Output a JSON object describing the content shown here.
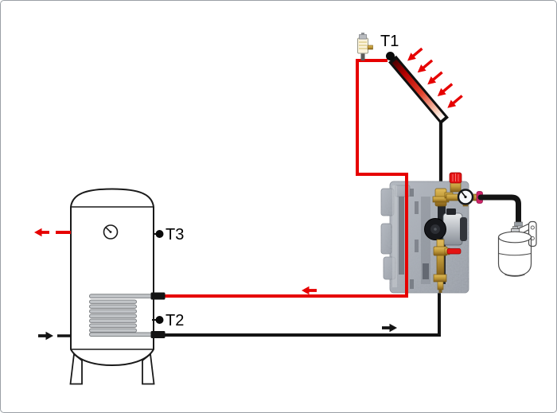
{
  "labels": {
    "t1": "T1",
    "t2": "T2",
    "t3": "T3"
  },
  "colors": {
    "background": "#ffffff",
    "border": "#9aa0a6",
    "hot_pipe": "#e60000",
    "cold_pipe": "#141414",
    "sun_arrow": "#e60000",
    "coil": "#c2c5c8",
    "coil_edge": "#7e8184",
    "insulation": "#a6abb2",
    "brass": "#c09a3a",
    "safety_cap": "#e31313",
    "valve_handle": "#cf2468",
    "tank_outline": "#1a1a1a"
  },
  "icons": {
    "thermometer_icon": "circular-gauge-with-needle",
    "air_vent_icon": "automatic-deaerator-valve",
    "sensor_dot_icon": "filled-circle",
    "sun_rays_icon": "red-irradiation-arrows",
    "pressure_gauge_icon": "round-dial-gauge"
  }
}
